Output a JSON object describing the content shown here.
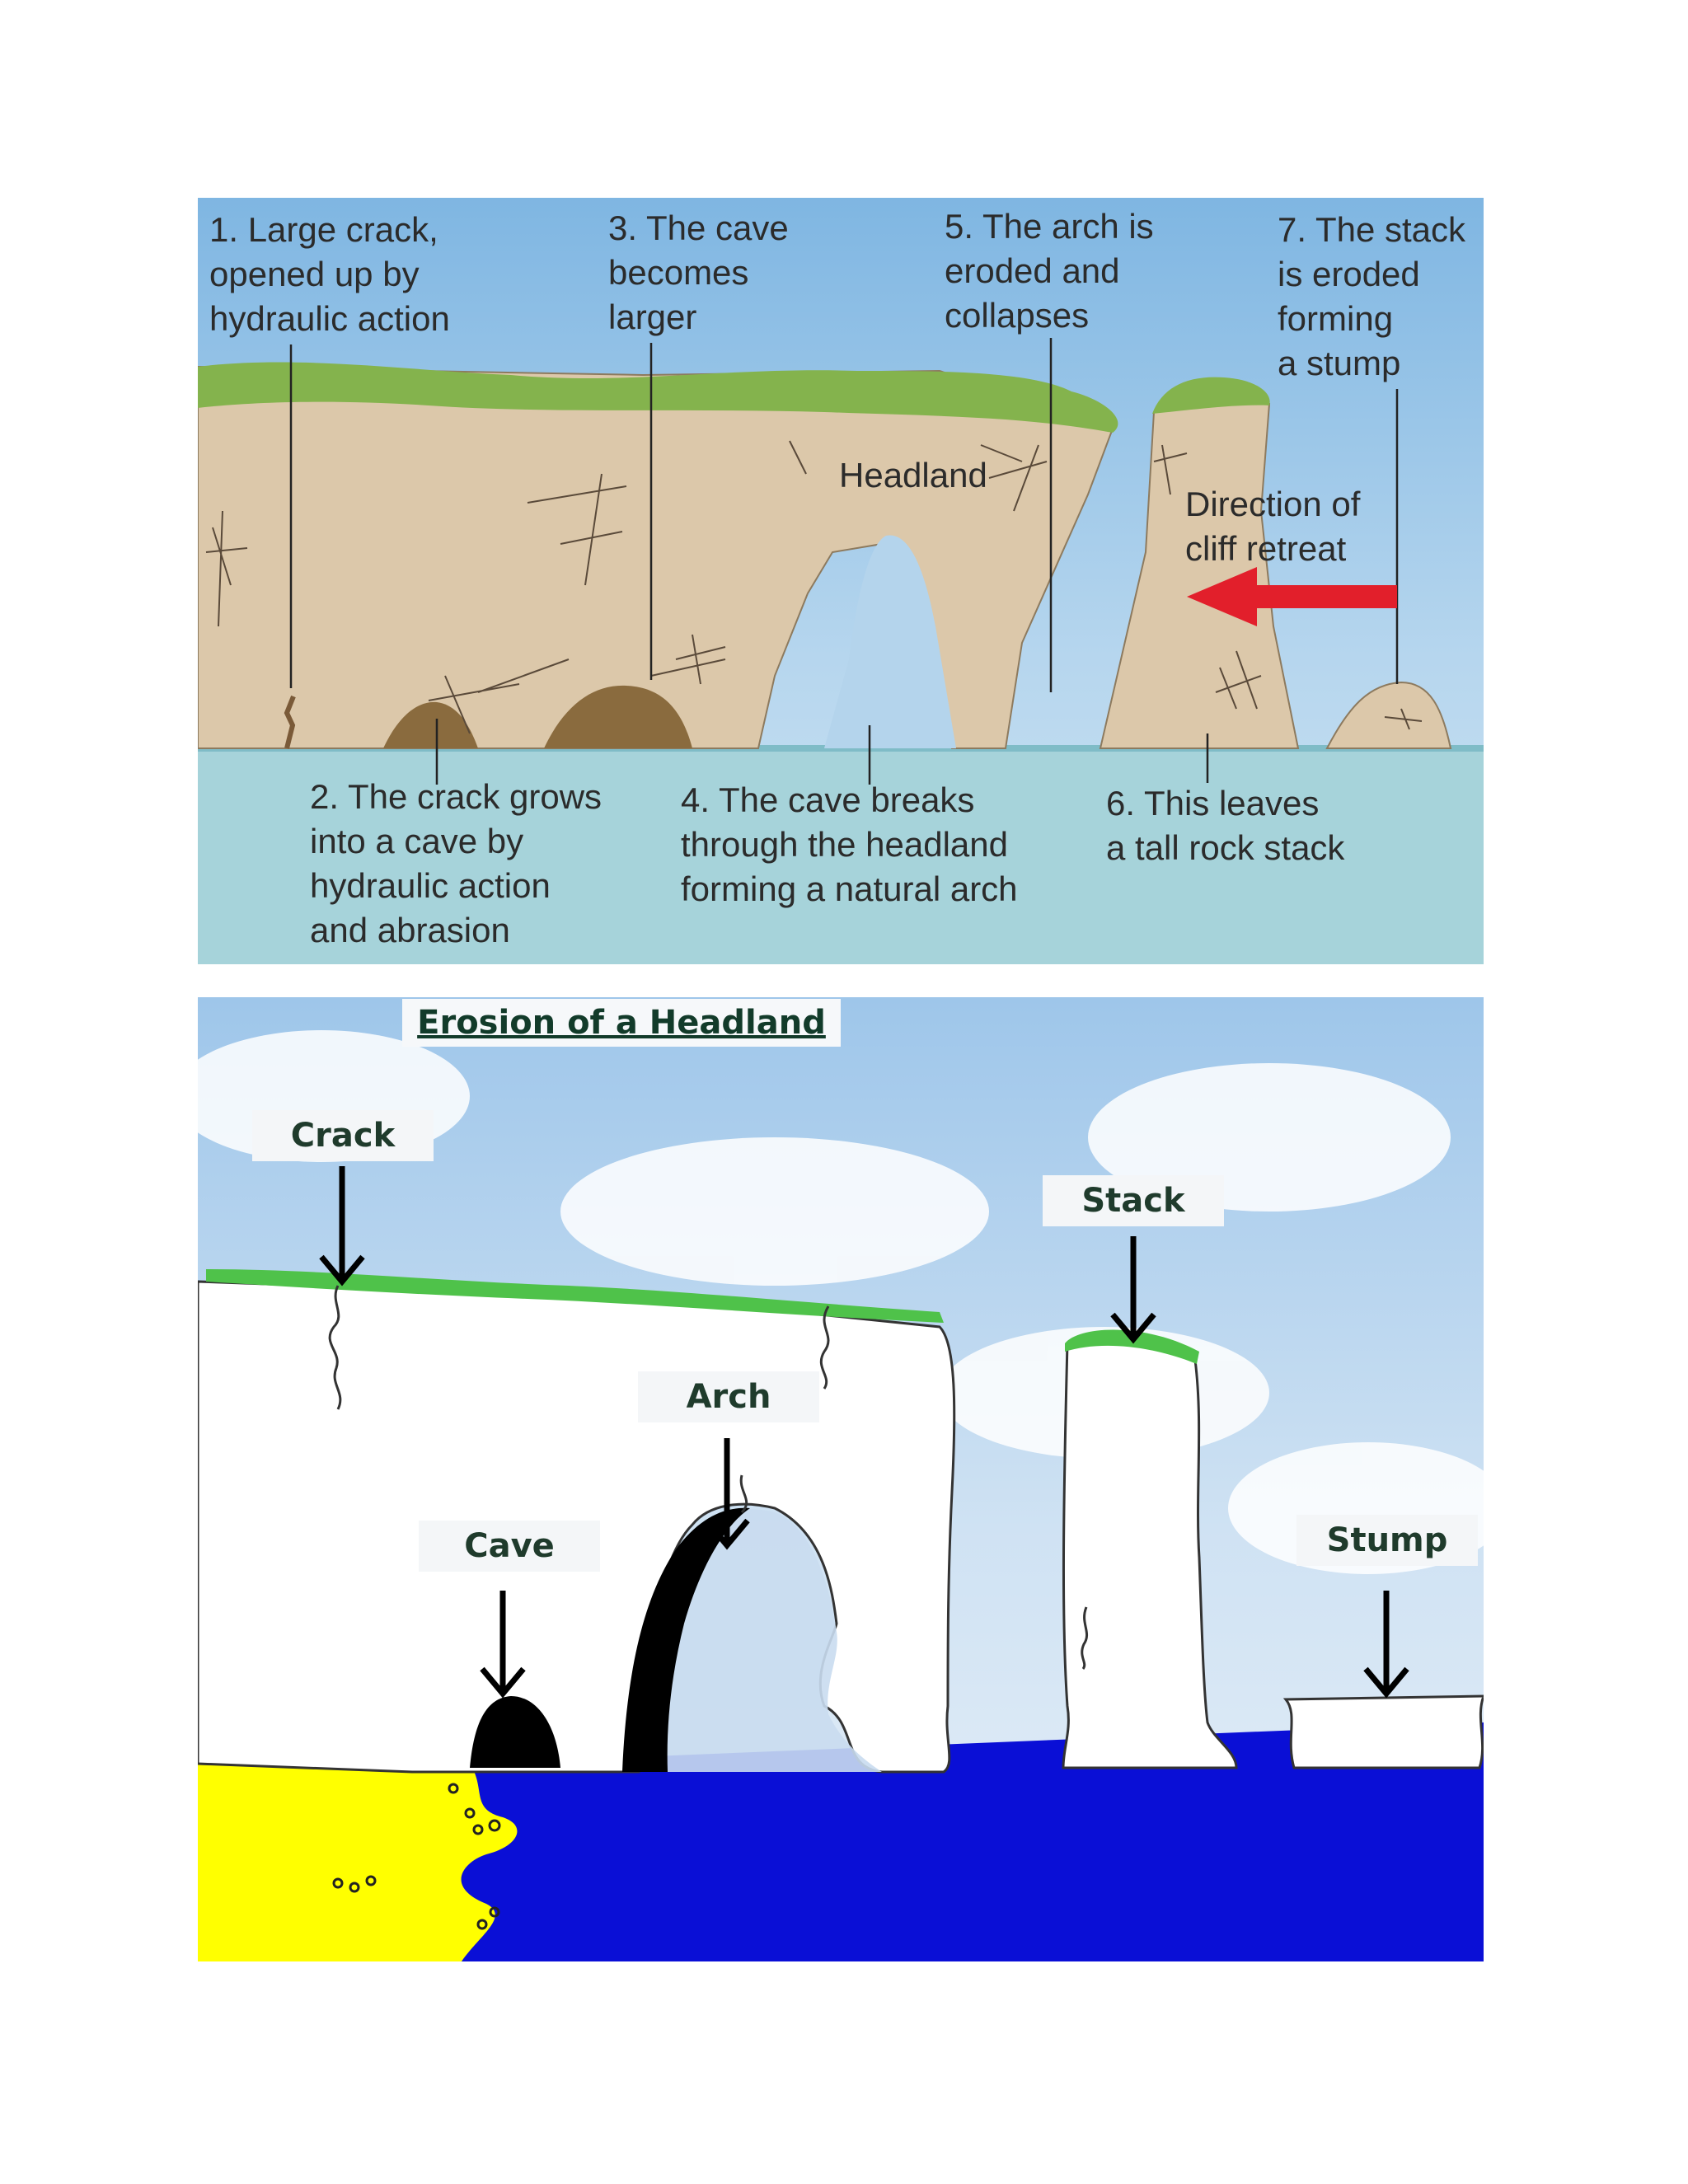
{
  "top_diagram": {
    "steps": [
      {
        "n": "1",
        "text": "1. Large crack,\nopened up by\nhydraulic action"
      },
      {
        "n": "2",
        "text": "2. The crack grows\ninto a cave by\nhydraulic action\nand abrasion"
      },
      {
        "n": "3",
        "text": "3. The cave\nbecomes\nlarger"
      },
      {
        "n": "4",
        "text": "4. The cave breaks\nthrough the headland\nforming a natural arch"
      },
      {
        "n": "5",
        "text": "5. The arch is\neroded and\ncollapses"
      },
      {
        "n": "6",
        "text": "6. This leaves\na tall rock stack"
      },
      {
        "n": "7",
        "text": "7. The stack\nis eroded\nforming\na stump"
      }
    ],
    "headland_label": "Headland",
    "direction_label": "Direction of\ncliff retreat",
    "colors": {
      "cliff": "#d9c6a8",
      "grass": "#7fb04a",
      "sea": "#9fd0d6",
      "arrow": "#e0202a",
      "cave": "#8a6a3c"
    }
  },
  "bottom_diagram": {
    "title": "Erosion of a Headland",
    "labels": {
      "crack": "Crack",
      "cave": "Cave",
      "arch": "Arch",
      "stack": "Stack",
      "stump": "Stump"
    },
    "colors": {
      "sea": "#0a10d8",
      "beach": "#ffff00",
      "rock": "#ffffff",
      "grass": "#5cc84a"
    }
  }
}
